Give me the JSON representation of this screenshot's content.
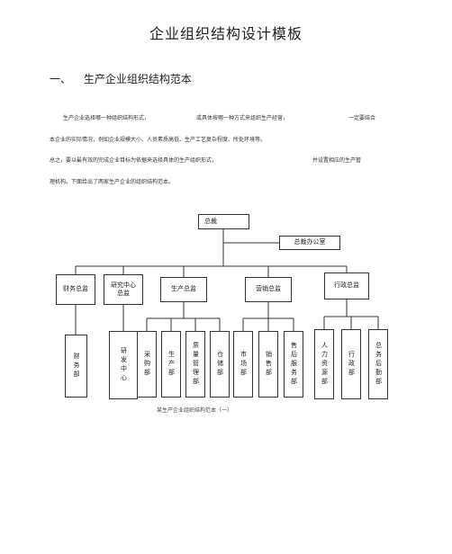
{
  "doc": {
    "title": "企业组织结构设计模板",
    "section_number": "一、",
    "section_title": "生产企业组织结构范本",
    "paragraph_lines": [
      {
        "a": "生产企业选择哪一种组织结构形式，",
        "b": "或具体按哪一种方式来组织生产经营，",
        "c": "一定要结合"
      },
      {
        "a": "本企业的实际情况，例如企业规模大小、人员素质高低、生产工艺复杂程度、所处环境等。",
        "b": "",
        "c": ""
      },
      {
        "a": "总之，要以最有效的完成企业目标为依据来选择具体的生产组织形式，",
        "b": "并设置相应的生产管",
        "c": ""
      },
      {
        "a": "理机构。下面给出了两家生产企业的组织结构范本。",
        "b": "",
        "c": ""
      }
    ]
  },
  "org": {
    "root": "总裁",
    "office": "总裁办公室",
    "directors": [
      "财务总监",
      "研究中心总监",
      "生产总监",
      "营销总监",
      "行政总监"
    ],
    "departments": [
      "财务部",
      "研发中心",
      "采购部",
      "生产部",
      "质量管理部",
      "仓储部",
      "市场部",
      "销售部",
      "售后服务部",
      "人力资源部",
      "行政部",
      "总务后勤部"
    ],
    "caption": "某生产企业组织结构范本（一）"
  }
}
